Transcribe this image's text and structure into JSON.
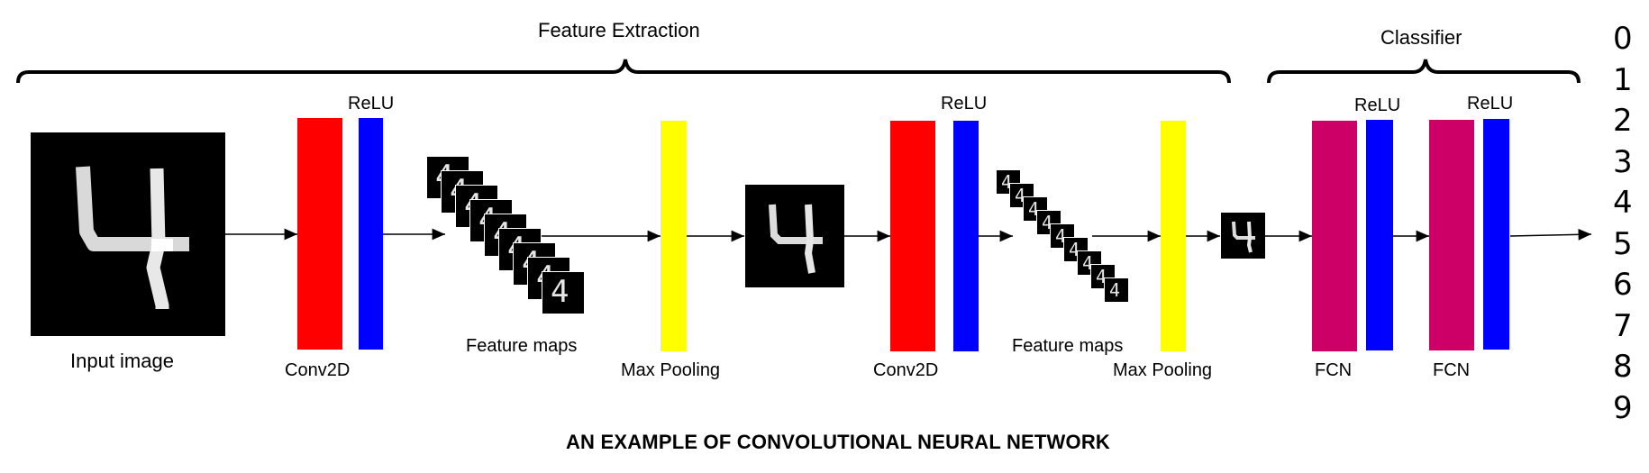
{
  "labels": {
    "feature_extraction": "Feature Extraction",
    "classifier": "Classifier",
    "input_image": "Input image",
    "conv2d_1": "Conv2D",
    "relu_1": "ReLU",
    "feature_maps_1": "Feature maps",
    "max_pooling_1": "Max Pooling",
    "conv2d_2": "Conv2D",
    "relu_2": "ReLU",
    "feature_maps_2": "Feature maps",
    "max_pooling_2": "Max Pooling",
    "fcn_1": "FCN",
    "relu_3": "ReLU",
    "fcn_2": "FCN",
    "relu_4": "ReLU",
    "digit_glyph": "4"
  },
  "output_classes": [
    "0",
    "1",
    "2",
    "3",
    "4",
    "5",
    "6",
    "7",
    "8",
    "9"
  ],
  "title": "AN EXAMPLE OF CONVOLUTIONAL NEURAL NETWORK",
  "colors": {
    "conv": "#ff0000",
    "relu": "#0000ff",
    "pool": "#ffff00",
    "fcn": "#cc0066",
    "image_bg": "#000000",
    "digit": "#e6e6e6"
  }
}
